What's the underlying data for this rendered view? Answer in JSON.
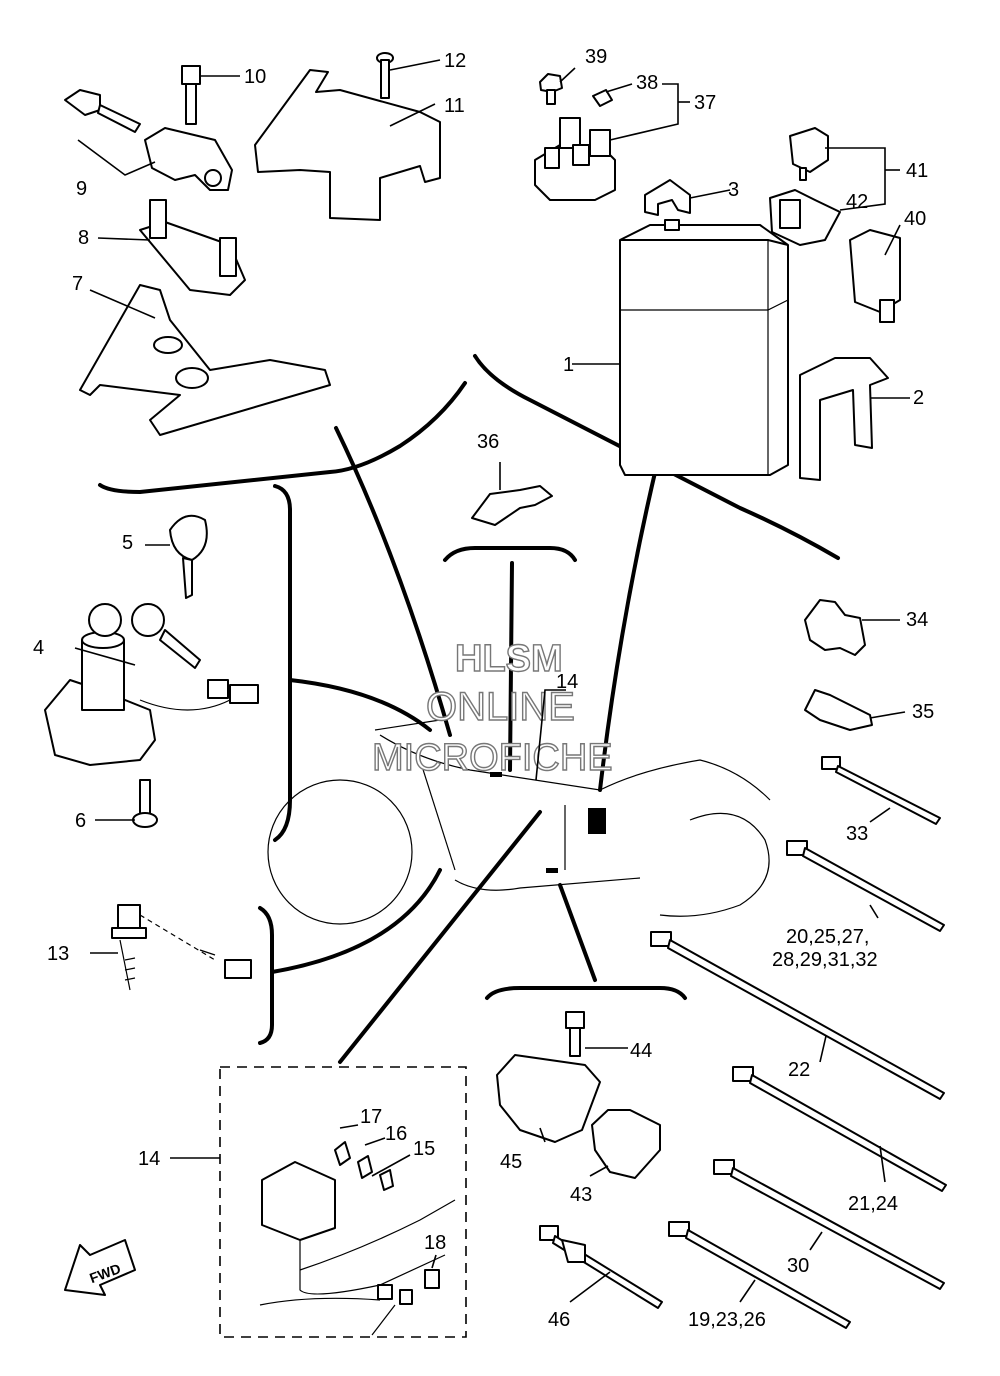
{
  "watermark": {
    "line1": "HLSM",
    "line2": "ONLINE",
    "line3": "MICROFICHE"
  },
  "fwd_label": "FWD",
  "callouts": {
    "c1": "1",
    "c2": "2",
    "c3": "3",
    "c4": "4",
    "c5": "5",
    "c6": "6",
    "c7": "7",
    "c8": "8",
    "c9": "9",
    "c10": "10",
    "c11": "11",
    "c12": "12",
    "c13": "13",
    "c14a": "14",
    "c14b": "14",
    "c15": "15",
    "c16": "16",
    "c17": "17",
    "c18": "18",
    "c20group_line1": "20,25,27,",
    "c20group_line2": "28,29,31,32",
    "c21": "21,24",
    "c22": "22",
    "c30": "30",
    "c19": "19,23,26",
    "c33": "33",
    "c34": "34",
    "c35": "35",
    "c36": "36",
    "c37": "37",
    "c38": "38",
    "c39": "39",
    "c40": "40",
    "c41": "41",
    "c42": "42",
    "c43": "43",
    "c44": "44",
    "c45": "45",
    "c46": "46"
  }
}
